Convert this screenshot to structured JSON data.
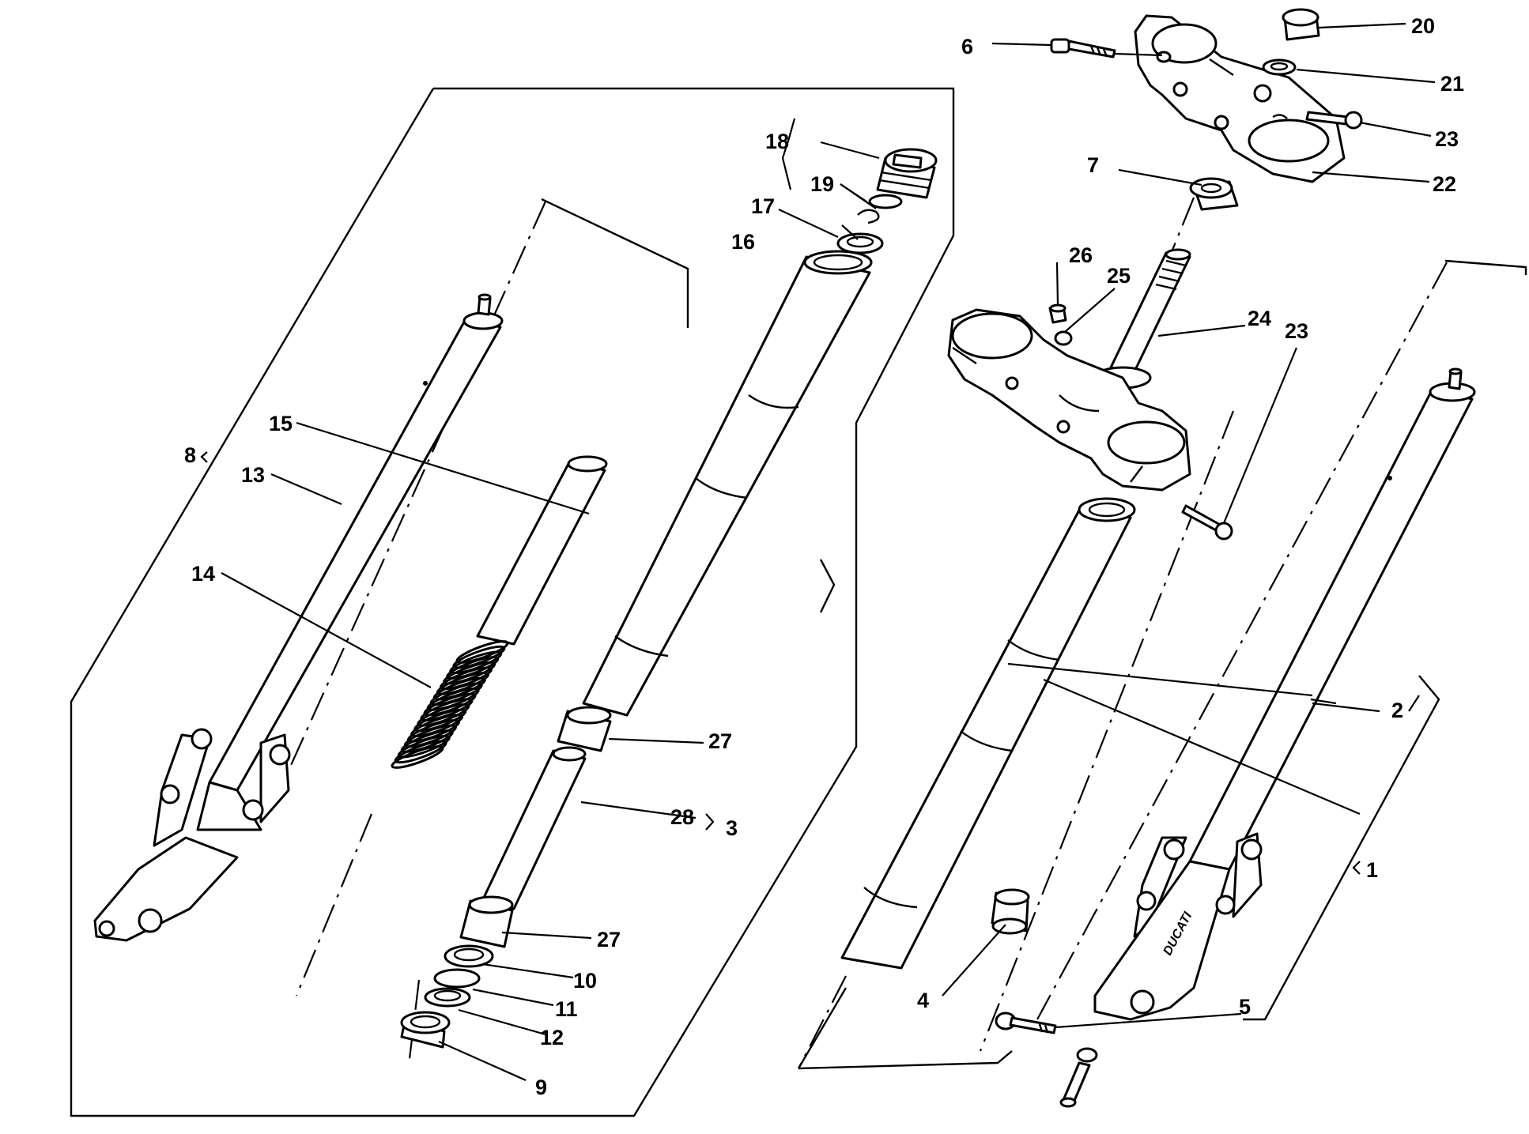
{
  "labels": {
    "l1": "1",
    "l2": "2",
    "l3": "3",
    "l4": "4",
    "l5": "5",
    "l6": "6",
    "l7": "7",
    "l8": "8",
    "l9": "9",
    "l10": "10",
    "l11": "11",
    "l12": "12",
    "l13": "13",
    "l14": "14",
    "l15": "15",
    "l16": "16",
    "l17": "17",
    "l18": "18",
    "l19": "19",
    "l20": "20",
    "l21": "21",
    "l22": "22",
    "l23a": "23",
    "l23b": "23",
    "l24": "24",
    "l25": "25",
    "l26": "26",
    "l27a": "27",
    "l27b": "27",
    "l28": "28"
  },
  "fork_leg_text": "DUCATI"
}
